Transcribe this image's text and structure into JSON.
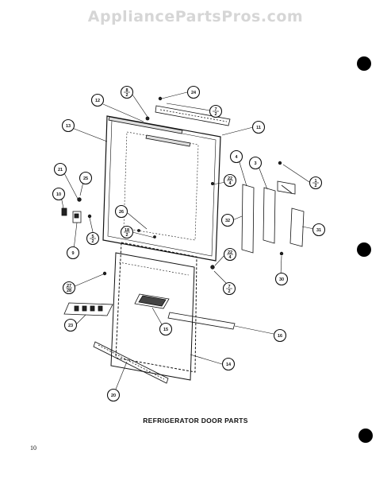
{
  "watermark": "AppliancePartsPros.com",
  "caption": "REFRIGERATOR DOOR PARTS",
  "page_number": "10",
  "callouts": {
    "c1": [
      "8",
      "2"
    ],
    "c2": [
      "24"
    ],
    "c3": [
      "12"
    ],
    "c4": [
      "7",
      "2"
    ],
    "c5": [
      "13"
    ],
    "c6": [
      "11"
    ],
    "c7": [
      "4"
    ],
    "c8": [
      "3"
    ],
    "c9": [
      "1",
      "2"
    ],
    "c10": [
      "21"
    ],
    "c11": [
      "25"
    ],
    "c12": [
      "22",
      "4"
    ],
    "c13": [
      "10"
    ],
    "c14": [
      "5",
      "2"
    ],
    "c15": [
      "32"
    ],
    "c16": [
      "26"
    ],
    "c17": [
      "9"
    ],
    "c18": [
      "18",
      "2"
    ],
    "c19": [
      "31"
    ],
    "c20": [
      "22",
      "4"
    ],
    "c21": [
      "7",
      "2"
    ],
    "c22": [
      "30"
    ],
    "c23": [
      "27",
      "28"
    ],
    "c24": [
      "23"
    ],
    "c25": [
      "15"
    ],
    "c26": [
      "16"
    ],
    "c27": [
      "14"
    ],
    "c28": [
      "20"
    ]
  }
}
